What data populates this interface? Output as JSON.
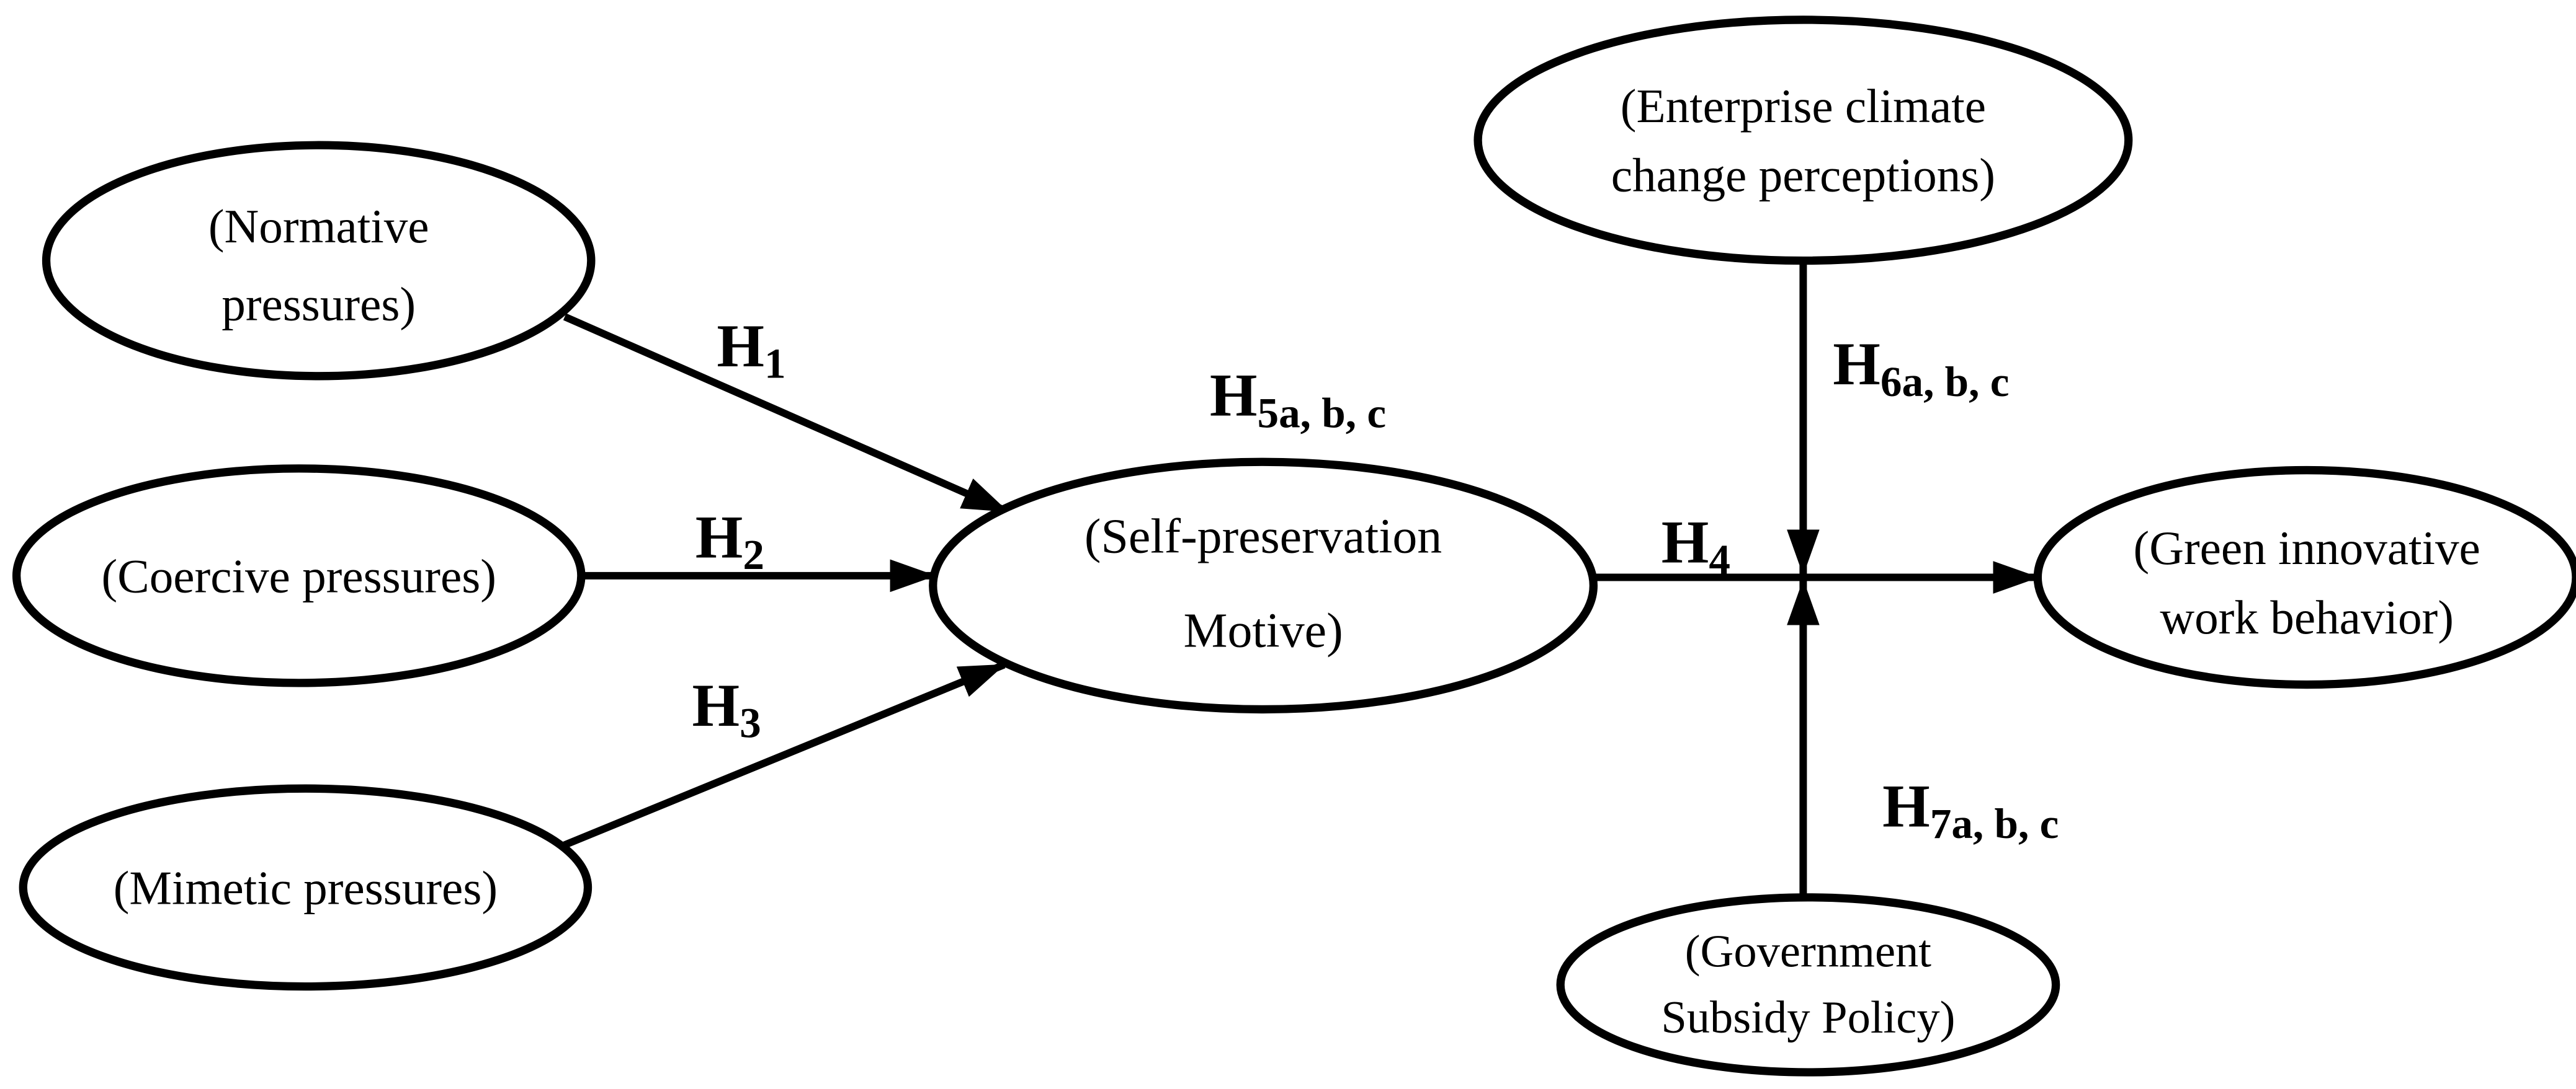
{
  "figure": {
    "type": "structural-model-path-diagram",
    "colors": {
      "background": "#ffffff",
      "stroke": "#000000",
      "text": "#000000"
    }
  },
  "nodes": {
    "normative": {
      "line1": "(Normative",
      "line2": "pressures)"
    },
    "coercive": {
      "line1": "(Coercive pressures)"
    },
    "mimetic": {
      "line1": "(Mimetic pressures)"
    },
    "self": {
      "line1": "(Self-preservation",
      "line2": "Motive)"
    },
    "enterprise": {
      "line1": "(Enterprise climate",
      "line2": "change perceptions)"
    },
    "green": {
      "line1": "(Green innovative",
      "line2": "work behavior)"
    },
    "government": {
      "line1": "(Government",
      "line2": "Subsidy Policy)"
    }
  },
  "labels": {
    "h1": {
      "main": "H",
      "sub": "1"
    },
    "h2": {
      "main": "H",
      "sub": "2"
    },
    "h3": {
      "main": "H",
      "sub": "3"
    },
    "h4": {
      "main": "H",
      "sub": "4"
    },
    "h5": {
      "main": "H",
      "sub": "5a, b, c"
    },
    "h6": {
      "main": "H",
      "sub": "6a, b, c"
    },
    "h7": {
      "main": "H",
      "sub": "7a, b, c"
    }
  },
  "edges": [
    {
      "id": "h1",
      "from": "normative",
      "to": "self",
      "label": "H1"
    },
    {
      "id": "h2",
      "from": "coercive",
      "to": "self",
      "label": "H2"
    },
    {
      "id": "h3",
      "from": "mimetic",
      "to": "self",
      "label": "H3"
    },
    {
      "id": "h4",
      "from": "self",
      "to": "green",
      "label": "H4"
    },
    {
      "id": "h6",
      "from": "enterprise",
      "to": "h4-path",
      "label": "H6a, b, c"
    },
    {
      "id": "h7",
      "from": "government",
      "to": "h4-path",
      "label": "H7a, b, c"
    }
  ]
}
